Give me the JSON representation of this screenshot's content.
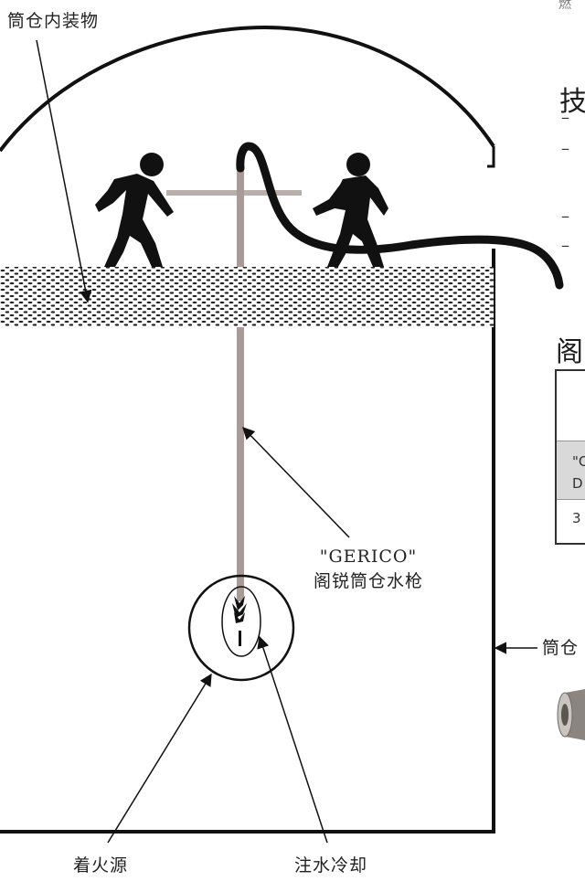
{
  "labels": {
    "silo_contents": "筒仓内装物",
    "lance_brand": "\"GERICO\"",
    "lance_name": "阁锐筒仓水枪",
    "silo_wall": "筒仓",
    "ignition_source": "着火源",
    "water_cooling": "注水冷却"
  },
  "side_panel": {
    "top_fragment": "燃",
    "heading_fragment": "技",
    "dash_items": [
      "–",
      "–",
      "– ",
      "– "
    ],
    "section_heading_fragment": "阁",
    "table": {
      "row2_text": [
        "\"C",
        "D"
      ],
      "row3_text": "3"
    }
  },
  "colors": {
    "ink": "#111111",
    "lance": "#a89a96",
    "material_fill": "#ffffff",
    "material_dots": "#222222"
  },
  "icons": [
    "worker-left-icon",
    "worker-right-icon",
    "flame-icon",
    "nozzle-image"
  ]
}
